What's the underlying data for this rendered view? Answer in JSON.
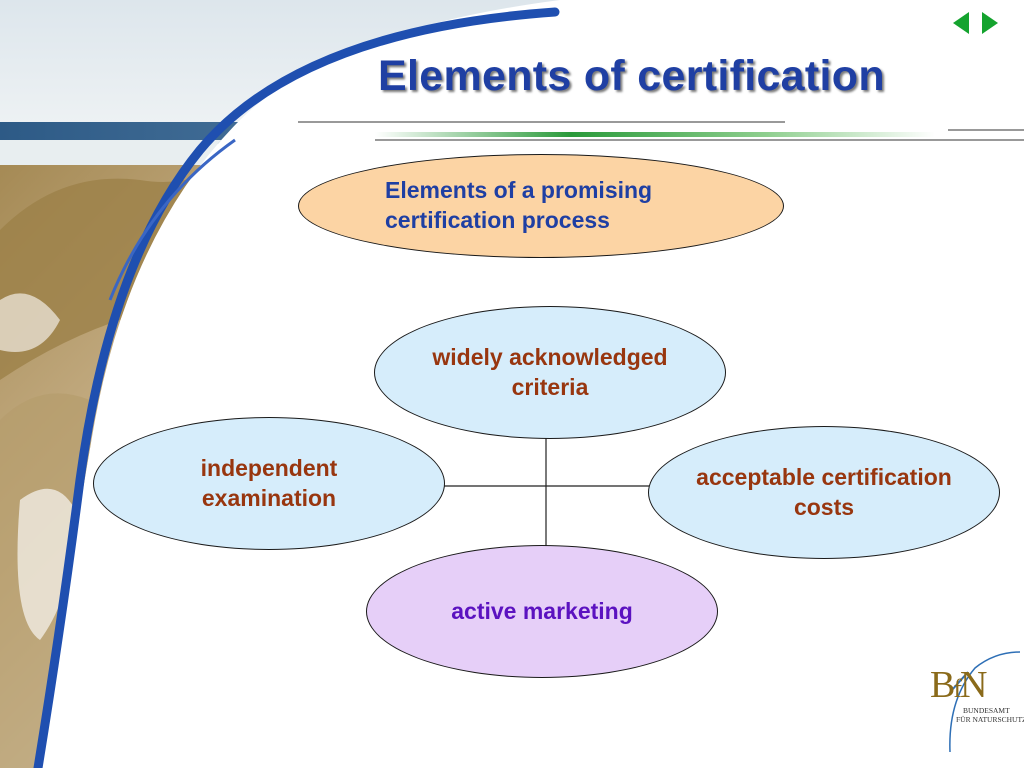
{
  "slide": {
    "title": "Elements of certification",
    "header": "Elements of a promising certification process",
    "center": "widely acknowledged criteria",
    "left": "independent examination",
    "right": "acceptable certification costs",
    "bottom": "active marketing"
  },
  "navigation": {
    "prev_icon": "arrow-left-icon",
    "next_icon": "arrow-right-icon"
  },
  "logo": {
    "line1": "BUNDESAMT",
    "line2": "FÜR NATURSCHUTZ",
    "mark": "BfN"
  },
  "colors": {
    "title": "#1f3fa3",
    "header_fill": "#fcd4a4",
    "ellipse_fill": "#d6edfb",
    "marketing_fill": "#e6cff8",
    "ellipse_text": "#98360f",
    "marketing_text": "#5b12c0",
    "nav_arrow": "#14a32e"
  }
}
